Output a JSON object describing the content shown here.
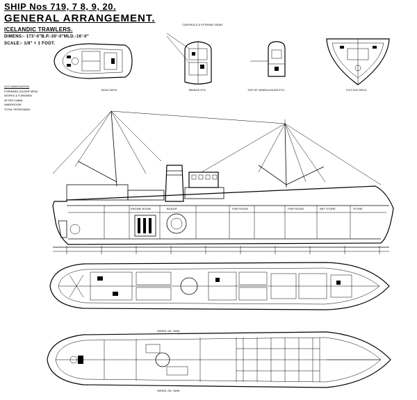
{
  "header": {
    "ship_no": "SHIP Nos 719, 7 8, 9, 20.",
    "title": "GENERAL ARRANGEMENT.",
    "class": "ICELANDIC TRAWLERS.",
    "dimensions": "DIMENS:- 173'-0\"B.P.-30'-0\"MLD.-16'-0\"",
    "scale": "SCALE:- 1/8\" = 1 FOOT."
  },
  "accommodation": {
    "heading": "ACCOMMODATION",
    "rows": [
      "FORWARD (OLDER MEN)",
      "WORKS & FOREMEN",
      "AFTER CABIN",
      "WARDROOM",
      "TOTAL PERSONNEL"
    ]
  },
  "view_labels": {
    "boat_deck": "BOAT DECK",
    "bridge": "BRIDGE ETC.",
    "wheelhouse": "TOP OF WHEELHOUSE ETC.",
    "fo_c_sle": "FO'C'SLE DECK"
  },
  "notes": {
    "bridge_note": "CONTROLS & ST'ERING GEAR",
    "frame_labels": [
      "ENGINE ROOM",
      "BOILER",
      "FISH ROOM",
      "FISH ROOM",
      "NET STORE",
      "STORE"
    ],
    "tank_labels": [
      "DIESEL OIL TANK",
      "DIESEL OIL TANK"
    ]
  }
}
